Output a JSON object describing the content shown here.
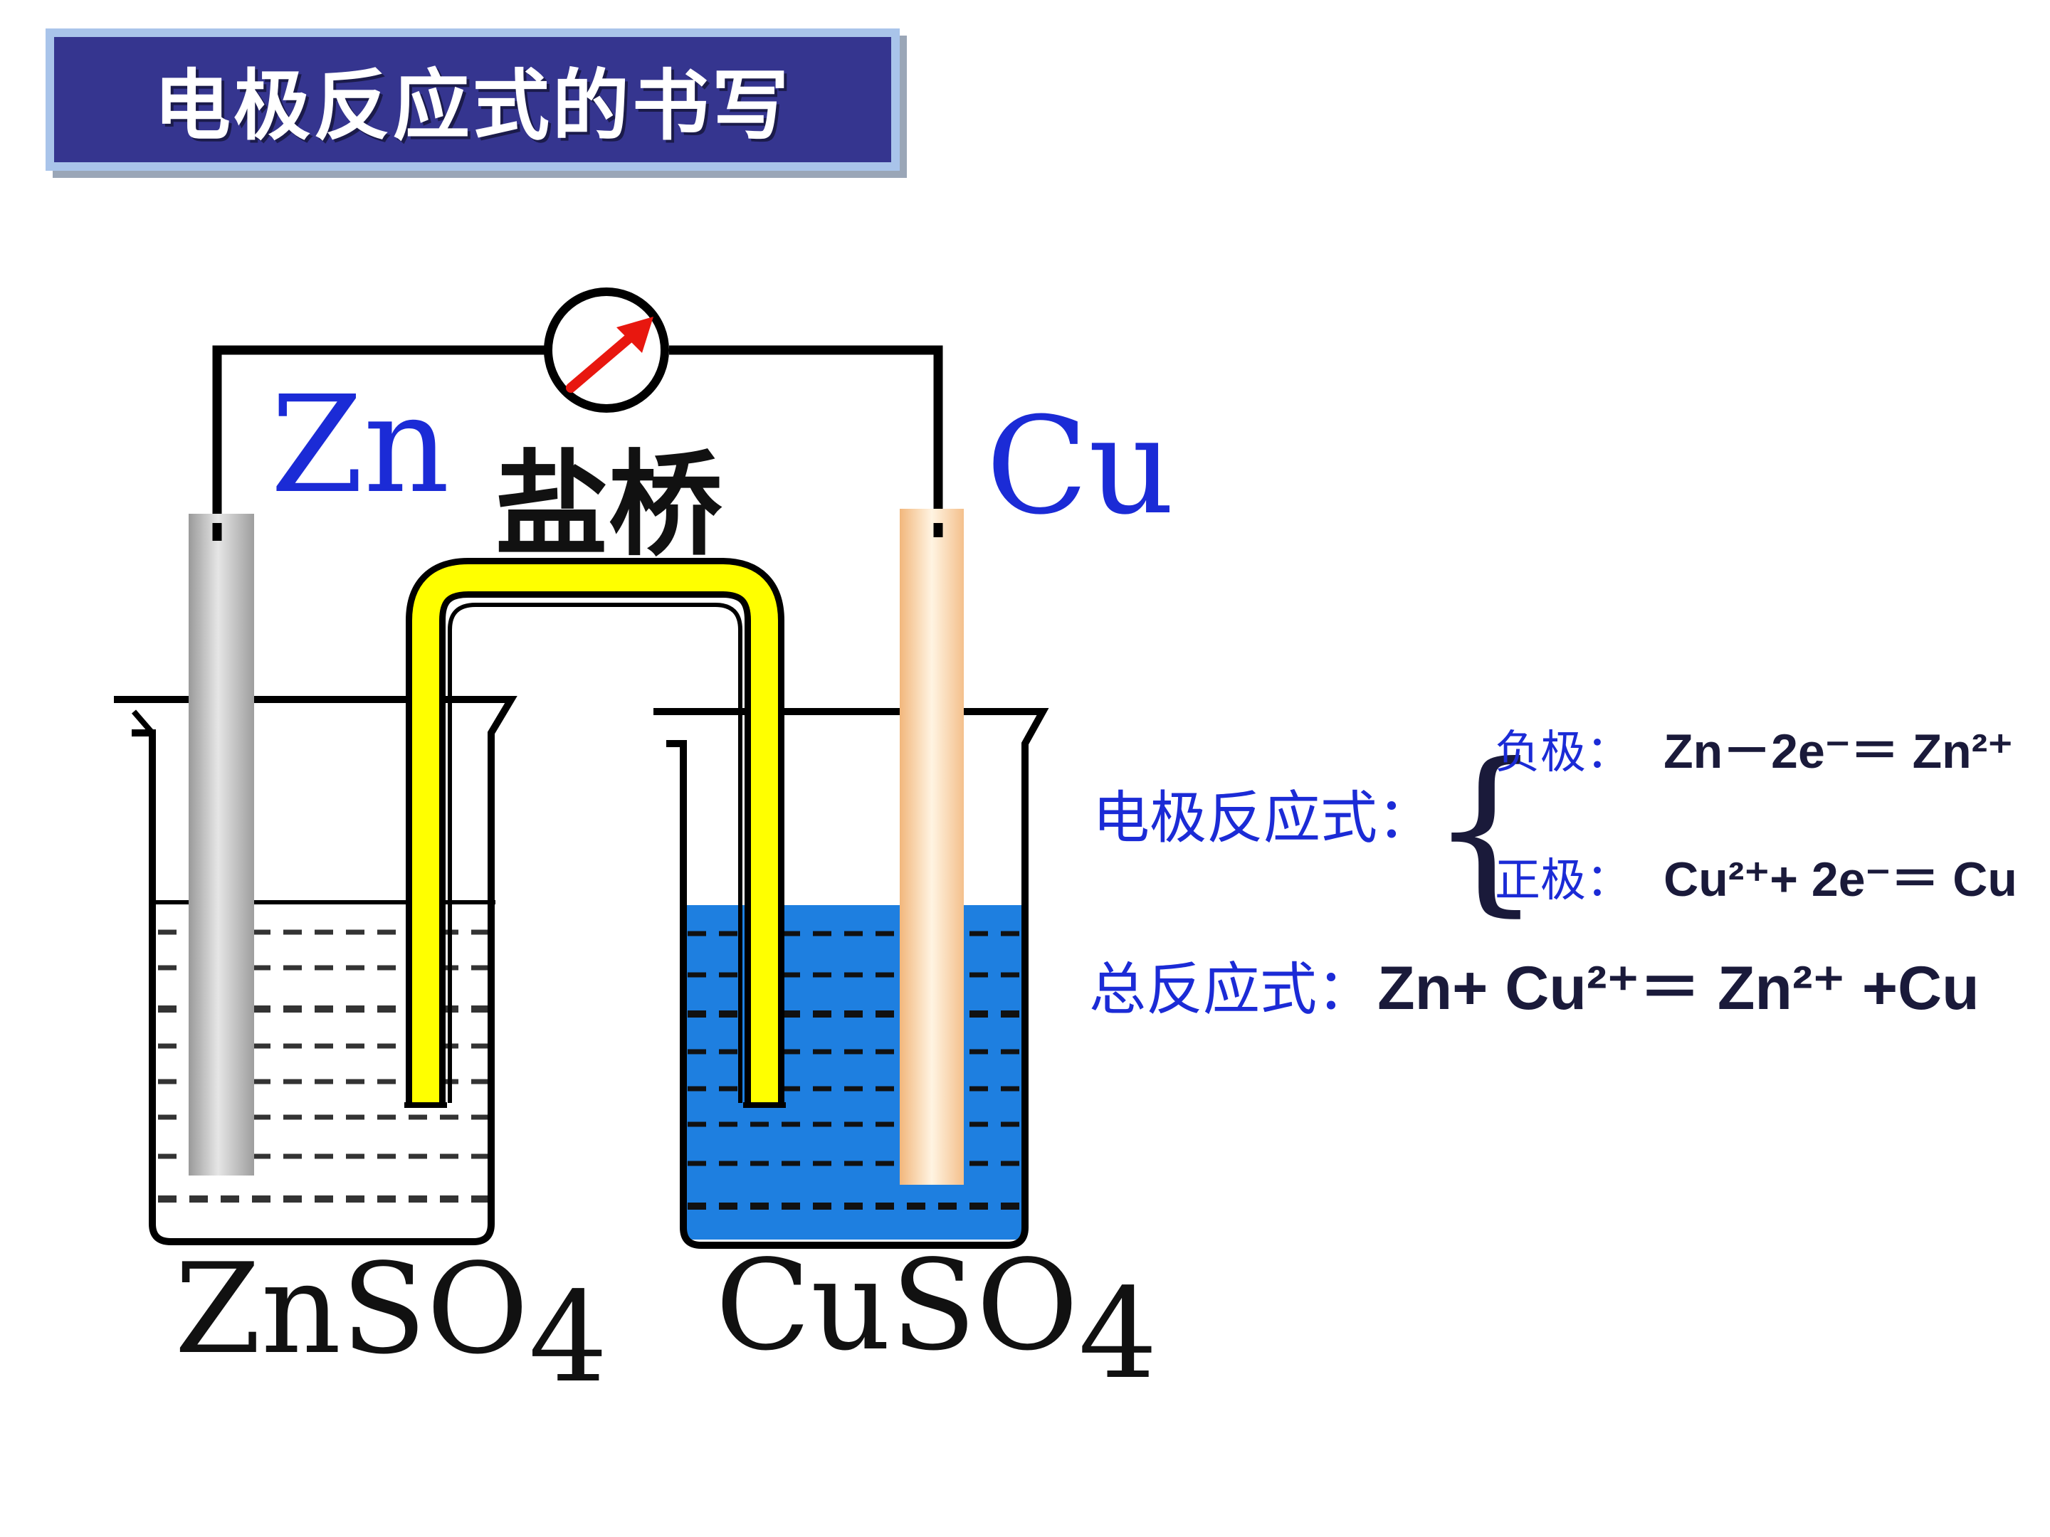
{
  "title": "电极反应式的书写",
  "labels": {
    "zn_electrode": "Zn",
    "cu_electrode": "Cu",
    "salt_bridge": "盐桥",
    "left_solution_main": "ZnSO",
    "left_solution_sub": "4",
    "right_solution_main": "CuSO",
    "right_solution_sub": "4"
  },
  "equations": {
    "electrode_label": "电极反应式：",
    "negative_label": "负极：",
    "negative_eq": "Zn－2e⁻＝ Zn²⁺",
    "positive_label": "正极：",
    "positive_eq": "Cu²⁺+ 2e⁻＝ Cu",
    "total_label": "总反应式：",
    "total_eq": "Zn+ Cu²⁺＝ Zn²⁺ +Cu"
  },
  "colors": {
    "title_bg": "#35358f",
    "title_border": "#a9c4ea",
    "salt_bridge": "#ffff00",
    "cuso4_solution": "#1e7fe0",
    "zn_rod": "#bdbdbd",
    "cu_rod": "#f8d3a8",
    "meter_needle": "#e8170f",
    "label_blue": "#1b2bd6"
  },
  "icons": {
    "meter": "galvanometer-icon"
  }
}
